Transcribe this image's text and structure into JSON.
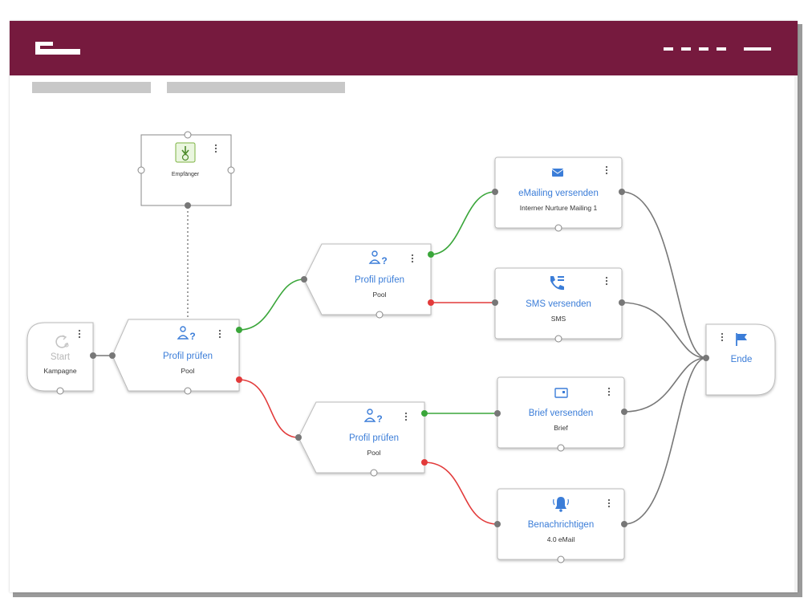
{
  "header": {
    "brand_color": "#761a3e",
    "logo_icon": "logo-icon",
    "menu_icon": "menu-dashes-icon"
  },
  "colors": {
    "link_yes": "#3aa63a",
    "link_no": "#e23a3a",
    "link_neutral": "#777777",
    "node_title": "#3b7dd8"
  },
  "nodes": {
    "start": {
      "title": "Start",
      "subtitle": "Kampagne",
      "icon": "restart-icon"
    },
    "recipients": {
      "title": "Empfänger",
      "icon": "download-recipients-icon"
    },
    "check_main": {
      "title": "Profil prüfen",
      "subtitle": "Pool",
      "icon": "profile-question-icon"
    },
    "check_top": {
      "title": "Profil prüfen",
      "subtitle": "Pool",
      "icon": "profile-question-icon"
    },
    "check_bottom": {
      "title": "Profil prüfen",
      "subtitle": "Pool",
      "icon": "profile-question-icon"
    },
    "email": {
      "title": "eMailing versenden",
      "subtitle": "Interner Nurture Mailing 1",
      "icon": "envelope-icon"
    },
    "sms": {
      "title": "SMS versenden",
      "subtitle": "SMS",
      "icon": "phone-icon"
    },
    "letter": {
      "title": "Brief versenden",
      "subtitle": "Brief",
      "icon": "letter-icon"
    },
    "notify": {
      "title": "Benachrichtigen",
      "subtitle": "4.0 eMail",
      "icon": "bell-icon"
    },
    "end": {
      "title": "Ende",
      "icon": "flag-icon"
    }
  }
}
